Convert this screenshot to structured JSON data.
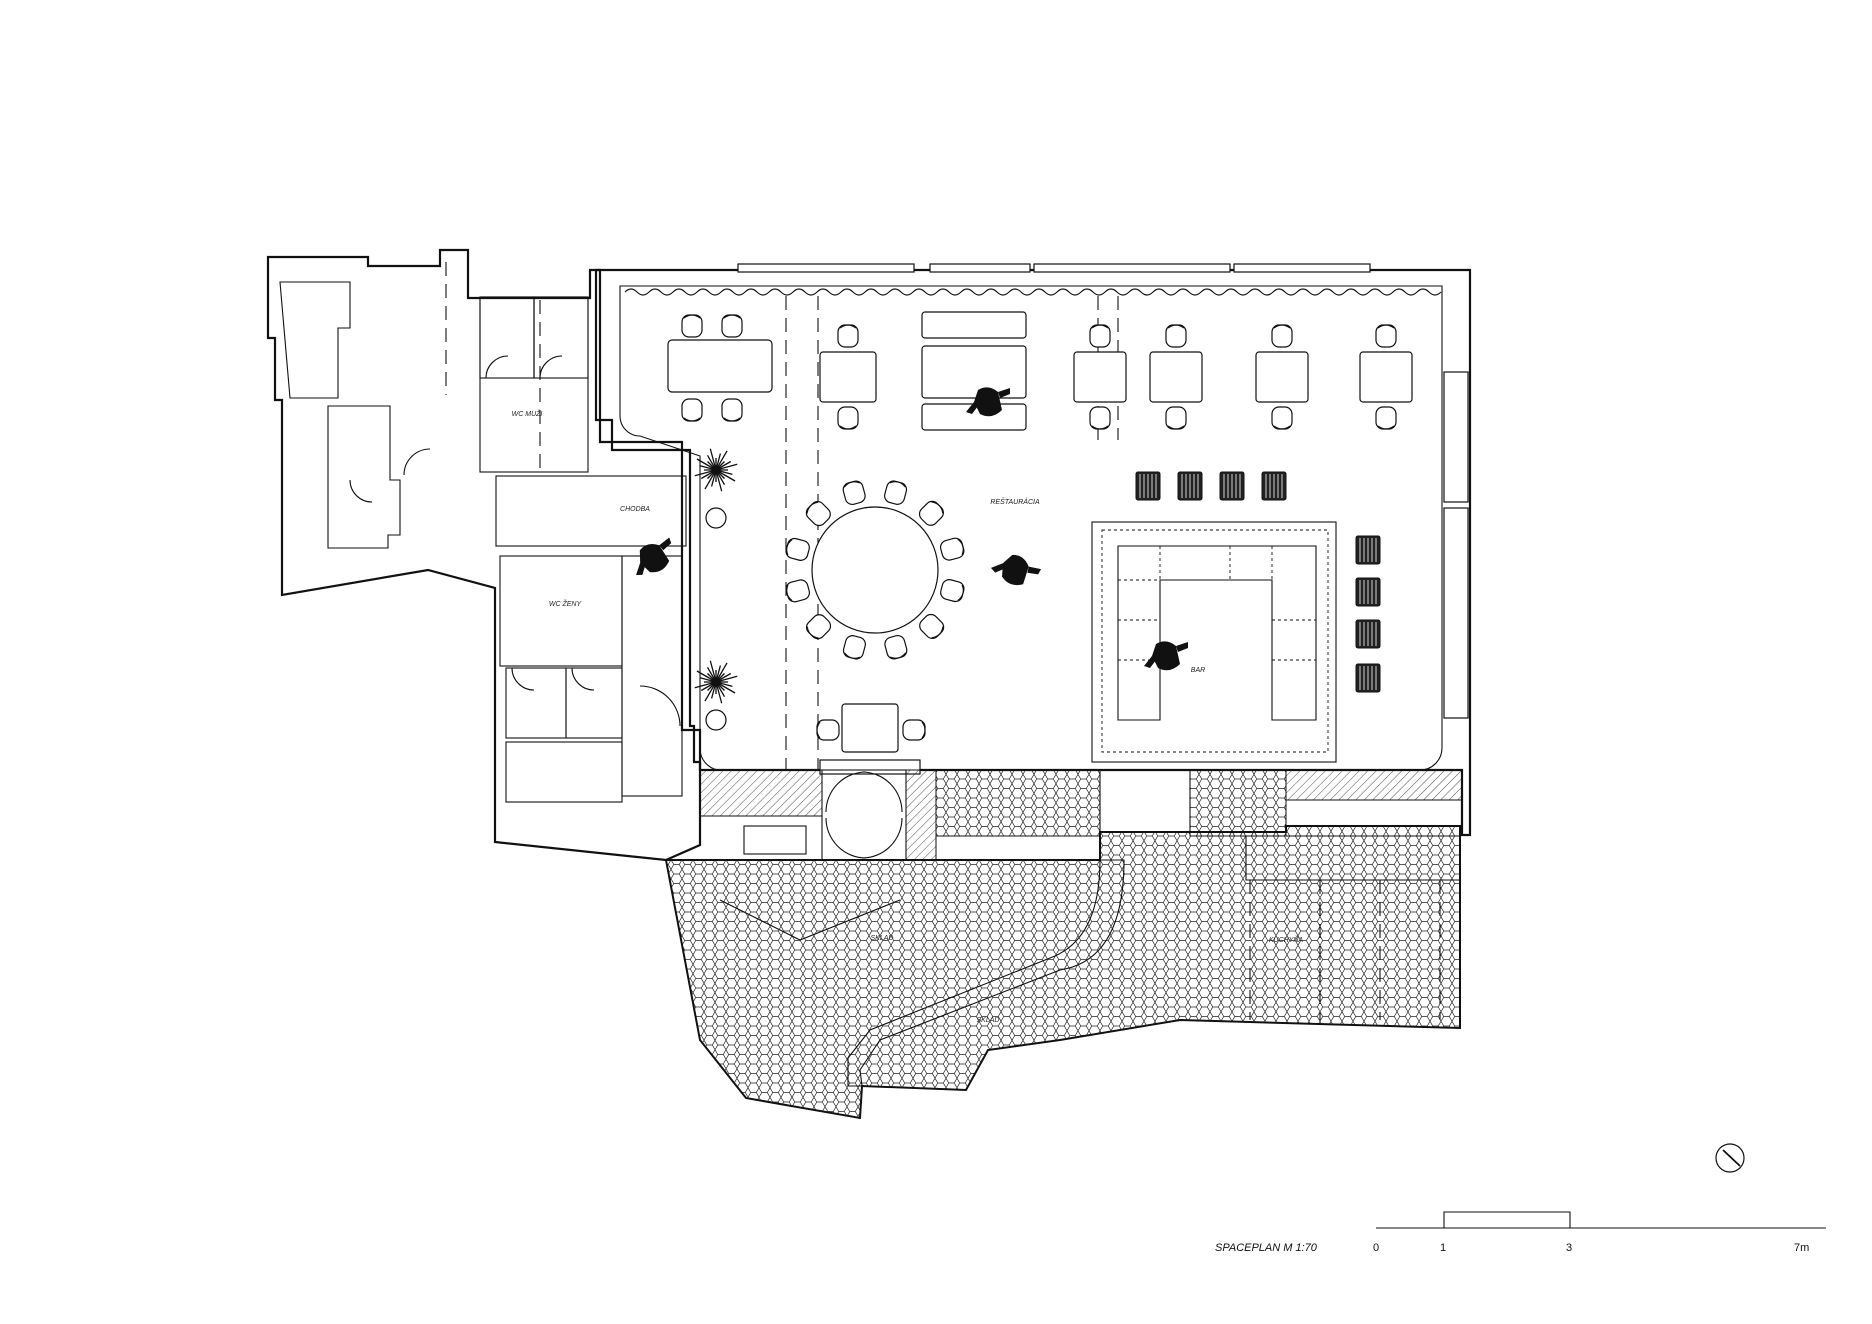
{
  "rooms": {
    "wc_men": "WC MUŽI",
    "corridor": "CHODBA",
    "wc_women": "WC ŽENY",
    "restaurant": "REŠTAURÁCIA",
    "bar": "BAR",
    "storage": "SKLAD",
    "kitchen": "KUCHYŇA",
    "prep": "SKLAD"
  },
  "title_block": {
    "caption": "SPACEPLAN  M  1:70"
  },
  "scale_bar": {
    "ticks": [
      "0",
      "1",
      "3",
      "7m"
    ]
  },
  "icons": {
    "north": "north-arrow-icon"
  }
}
